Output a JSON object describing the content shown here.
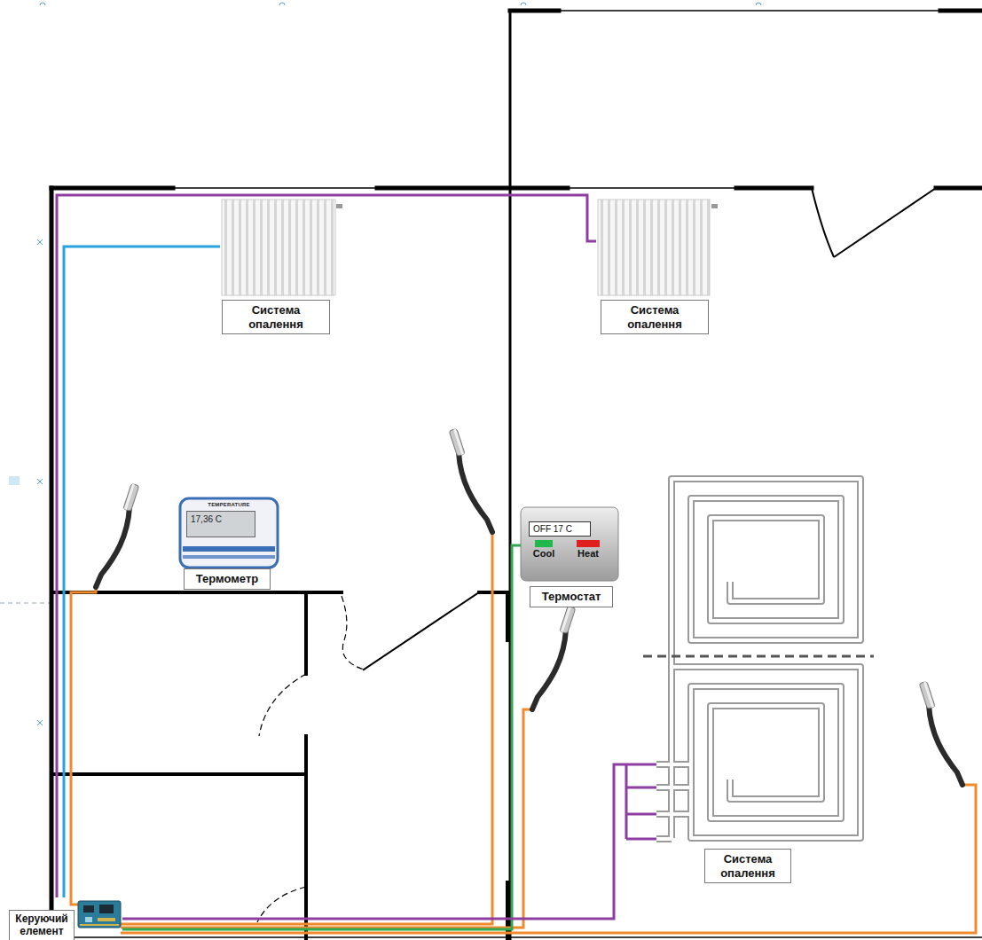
{
  "diagram": {
    "nodes": [
      {
        "text": [
          "Система опалення"
        ]
      },
      {
        "text": [
          "Система опалення"
        ]
      },
      {
        "text": [
          "TEMPERATURE",
          "17,36 C",
          "Термометр"
        ]
      },
      {
        "text": [
          "OFF 17 C",
          "Cool",
          "Heat",
          "Термостат"
        ]
      },
      {
        "text": [
          "Система опалення"
        ]
      },
      {
        "text": [
          "Керуючий елемент"
        ]
      }
    ],
    "edges": [
      {
        "from": 5,
        "to": 0,
        "arrow": "none"
      },
      {
        "from": 5,
        "to": 1,
        "arrow": "none"
      },
      {
        "from": 5,
        "to": 3,
        "arrow": "none"
      },
      {
        "from": 5,
        "to": 4,
        "arrow": "none"
      }
    ]
  }
}
